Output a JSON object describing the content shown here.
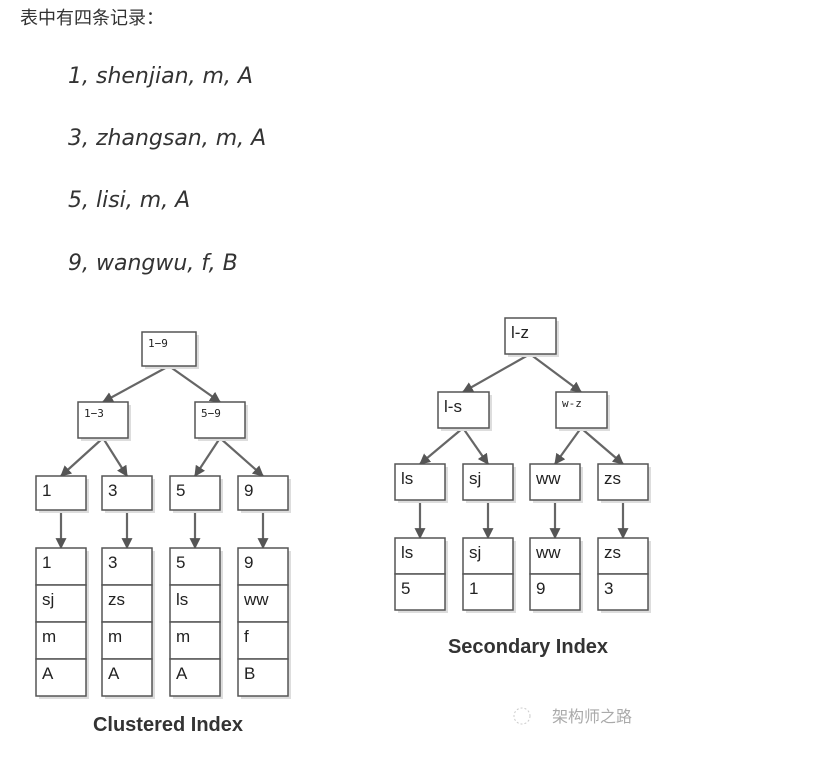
{
  "intro": "表中有四条记录：",
  "records": [
    "1, shenjian, m, A",
    "3, zhangsan, m, A",
    "5, lisi, m, A",
    "9, wangwu, f, B"
  ],
  "clustered": {
    "title": "Clustered Index",
    "root": "1−9",
    "level2": [
      "1−3",
      "5−9"
    ],
    "level3": [
      "1",
      "3",
      "5",
      "9"
    ],
    "leaves": [
      [
        "1",
        "sj",
        "m",
        "A"
      ],
      [
        "3",
        "zs",
        "m",
        "A"
      ],
      [
        "5",
        "ls",
        "m",
        "A"
      ],
      [
        "9",
        "ww",
        "f",
        "B"
      ]
    ]
  },
  "secondary": {
    "title": "Secondary Index",
    "root": "l-z",
    "level2": [
      "l-s",
      "w-z"
    ],
    "level3": [
      "ls",
      "sj",
      "ww",
      "zs"
    ],
    "leaves": [
      [
        "ls",
        "5"
      ],
      [
        "sj",
        "1"
      ],
      [
        "ww",
        "9"
      ],
      [
        "zs",
        "3"
      ]
    ]
  },
  "watermark": "架构师之路"
}
